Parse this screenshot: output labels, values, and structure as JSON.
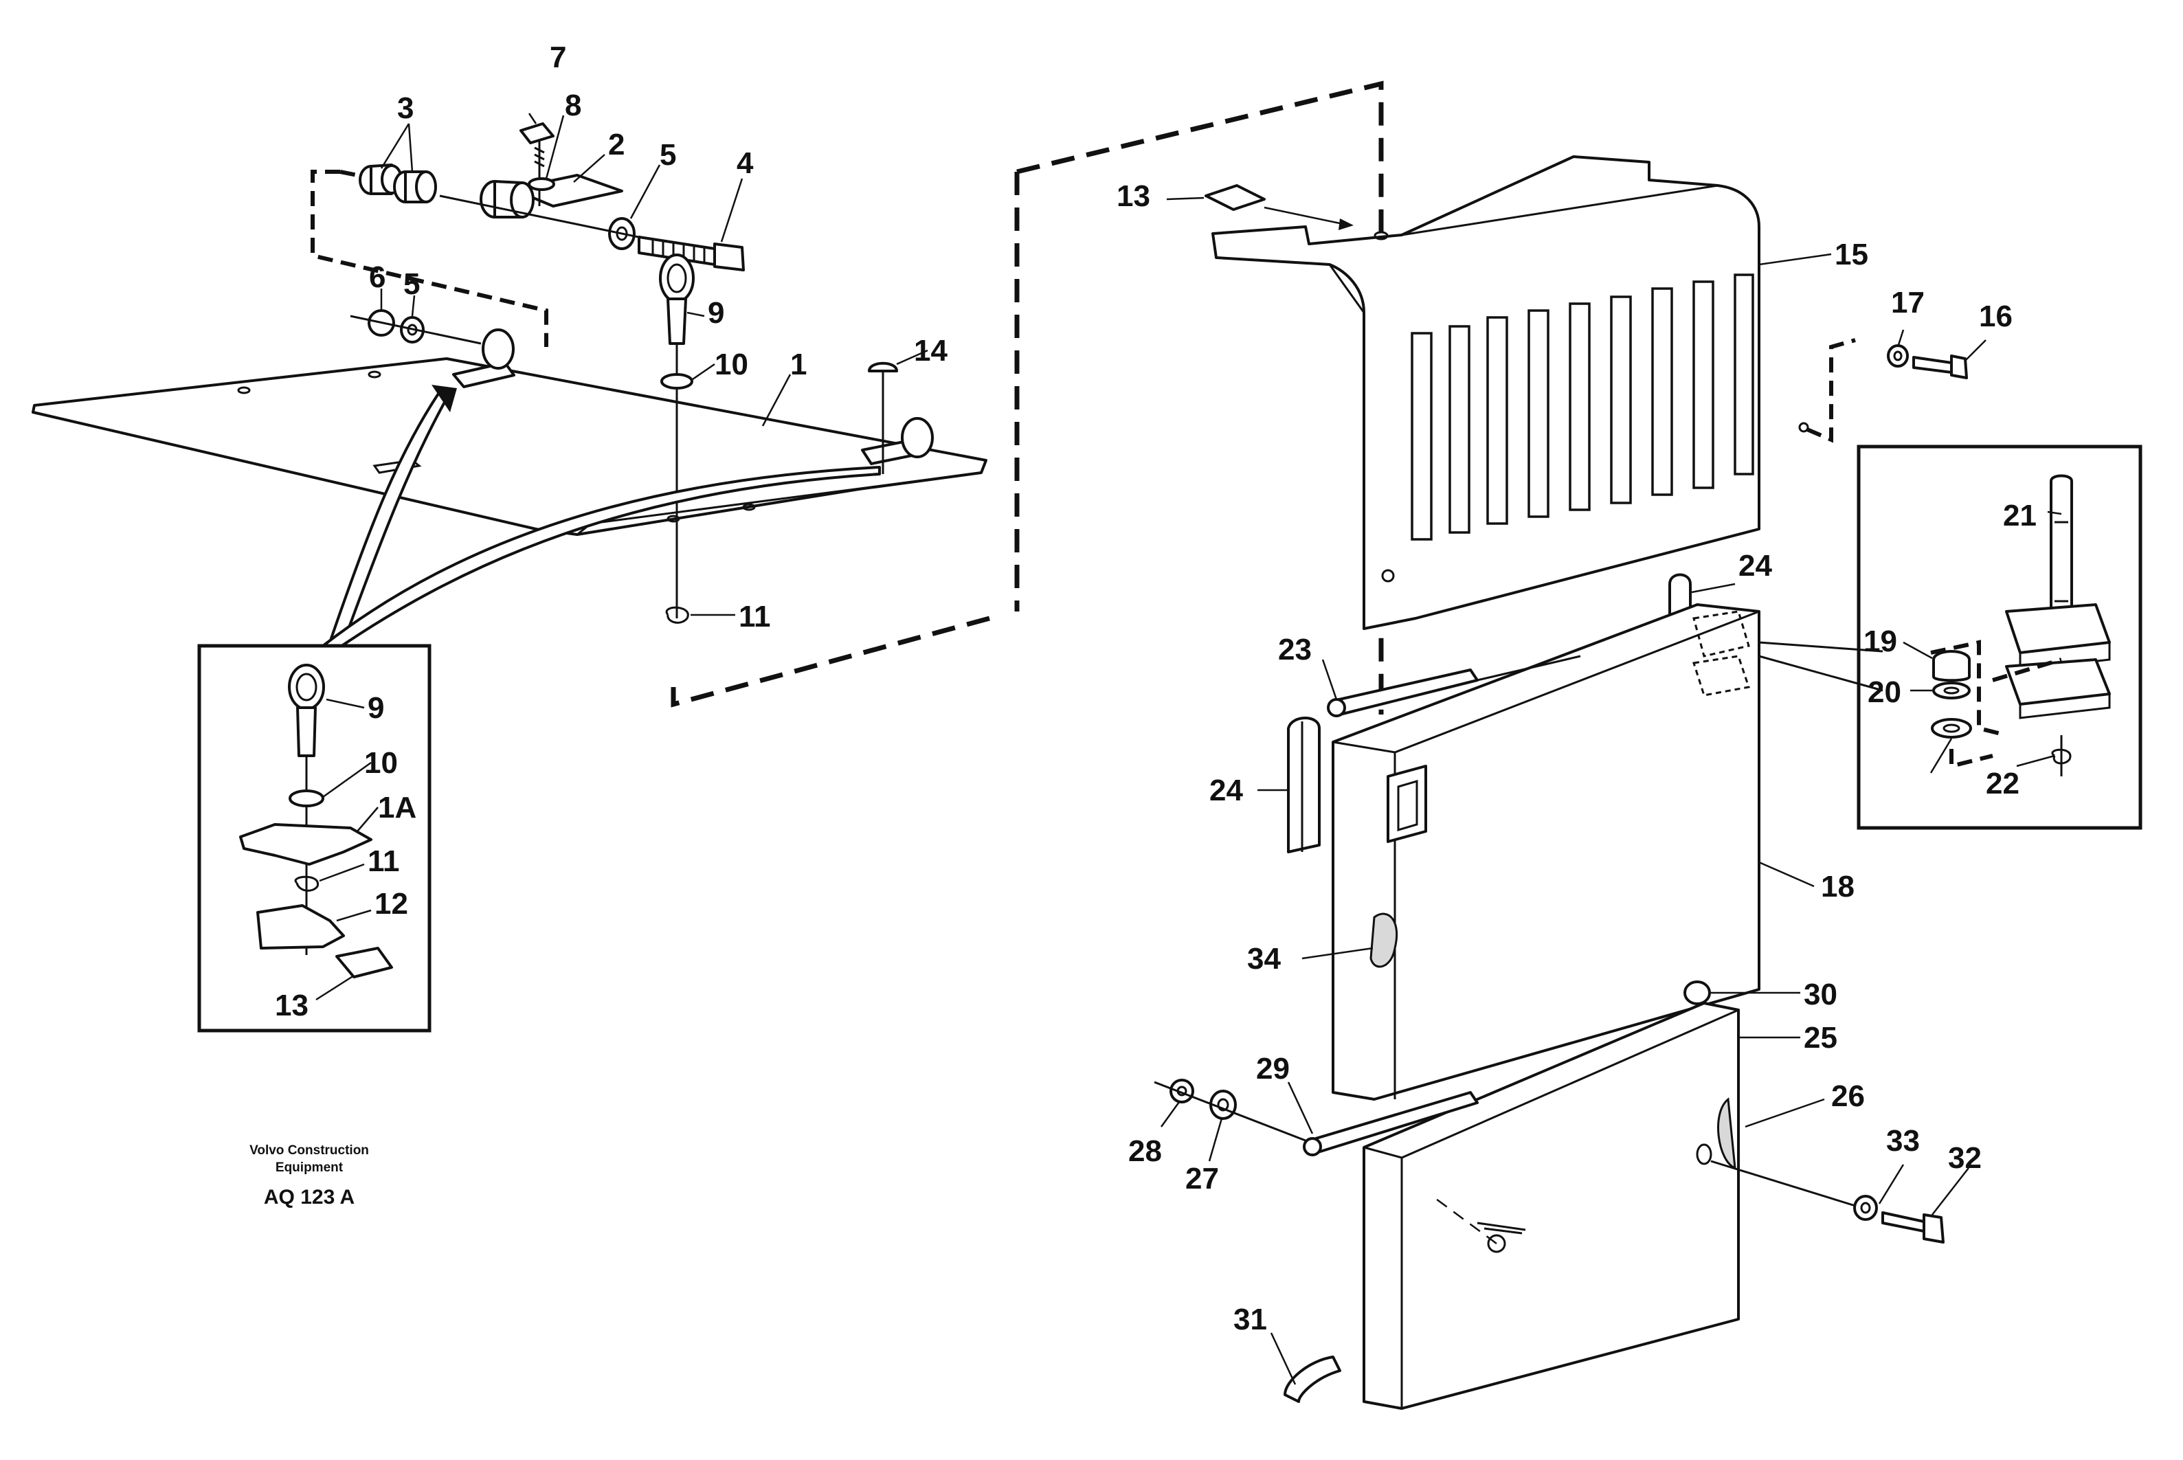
{
  "credit": {
    "line1": "Volvo Construction",
    "line2": "Equipment",
    "code": "AQ 123 A"
  },
  "callouts": {
    "c1": "1",
    "c2": "2",
    "c3": "3",
    "c4": "4",
    "c5a": "5",
    "c5b": "5",
    "c6": "6",
    "c7": "7",
    "c8": "8",
    "c9": "9",
    "c10": "10",
    "c11": "11",
    "c13": "13",
    "c14": "14",
    "c15": "15",
    "c16": "16",
    "c17": "17",
    "c18": "18",
    "c19": "19",
    "c20": "20",
    "c21": "21",
    "c22": "22",
    "c23": "23",
    "c24a": "24",
    "c24b": "24",
    "c25": "25",
    "c26": "26",
    "c27": "27",
    "c28": "28",
    "c29": "29",
    "c30": "30",
    "c31": "31",
    "c32": "32",
    "c33": "33",
    "c34": "34"
  },
  "inset_left": {
    "c9": "9",
    "c10": "10",
    "c1A": "1A",
    "c11": "11",
    "c12": "12",
    "c13": "13"
  }
}
